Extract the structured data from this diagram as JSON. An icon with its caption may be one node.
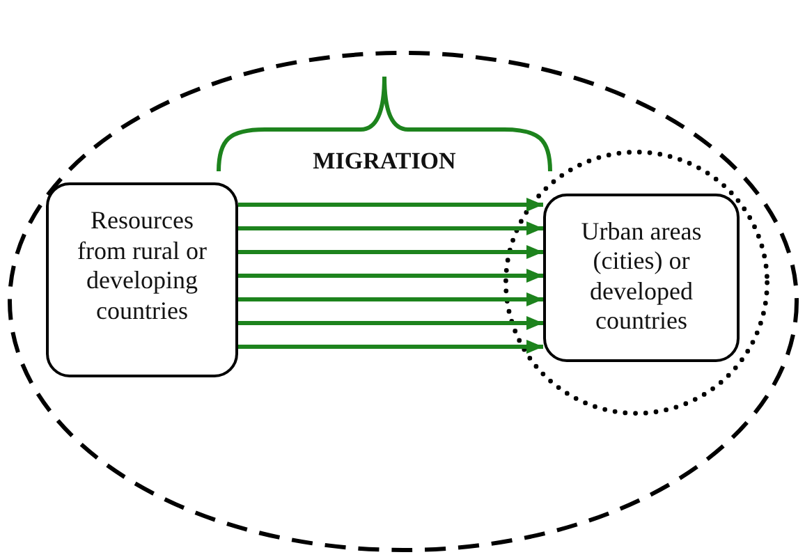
{
  "diagram": {
    "nodes": [
      {
        "text": [],
        "shape": "ellipse"
      },
      {
        "text": [
          "Resources from rural or developing countries"
        ],
        "in": 0
      },
      {
        "text": [],
        "shape": "circle",
        "in": 0
      },
      {
        "text": [
          "Urban areas (cities) or developed countries"
        ],
        "in": 2
      }
    ],
    "edges": [
      {
        "from": 1,
        "to": 3,
        "arrow": "to"
      },
      {
        "from": 1,
        "to": 3,
        "arrow": "to"
      },
      {
        "from": 1,
        "to": 3,
        "arrow": "to"
      },
      {
        "from": 1,
        "to": 3,
        "arrow": "to"
      },
      {
        "from": 1,
        "to": 3,
        "arrow": "to"
      },
      {
        "from": 1,
        "to": 3,
        "arrow": "to"
      },
      {
        "from": 1,
        "to": 3,
        "arrow": "to"
      }
    ],
    "labels": [
      "MIGRATION"
    ]
  }
}
